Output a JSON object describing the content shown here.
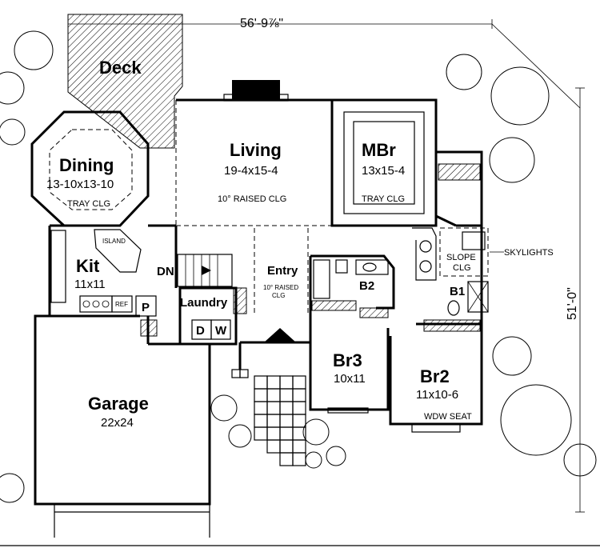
{
  "dimensions": {
    "width": "56'-9⅞\"",
    "depth": "51'-0\""
  },
  "rooms": {
    "deck": {
      "name": "Deck"
    },
    "dining": {
      "name": "Dining",
      "size": "13-10x13-10",
      "note": "TRAY CLG"
    },
    "living": {
      "name": "Living",
      "size": "19-4x15-4",
      "note": "10° RAISED CLG"
    },
    "mbr": {
      "name": "MBr",
      "size": "13x15-4",
      "note": "TRAY CLG"
    },
    "kit": {
      "name": "Kit",
      "size": "11x11",
      "island": "ISLAND",
      "ref": "REF",
      "pantry": "P"
    },
    "entry": {
      "name": "Entry",
      "note_line1": "10° RAISED",
      "note_line2": "CLG"
    },
    "laundry": {
      "name": "Laundry",
      "dryer": "D",
      "washer": "W"
    },
    "stairs": {
      "label": "DN"
    },
    "b2": {
      "name": "B2"
    },
    "b1": {
      "name": "B1",
      "note_line1": "SLOPE",
      "note_line2": "CLG",
      "skylights": "SKYLIGHTS"
    },
    "br3": {
      "name": "Br3",
      "size": "10x11"
    },
    "br2": {
      "name": "Br2",
      "size": "11x10-6",
      "note": "WDW SEAT"
    },
    "garage": {
      "name": "Garage",
      "size": "22x24"
    }
  }
}
